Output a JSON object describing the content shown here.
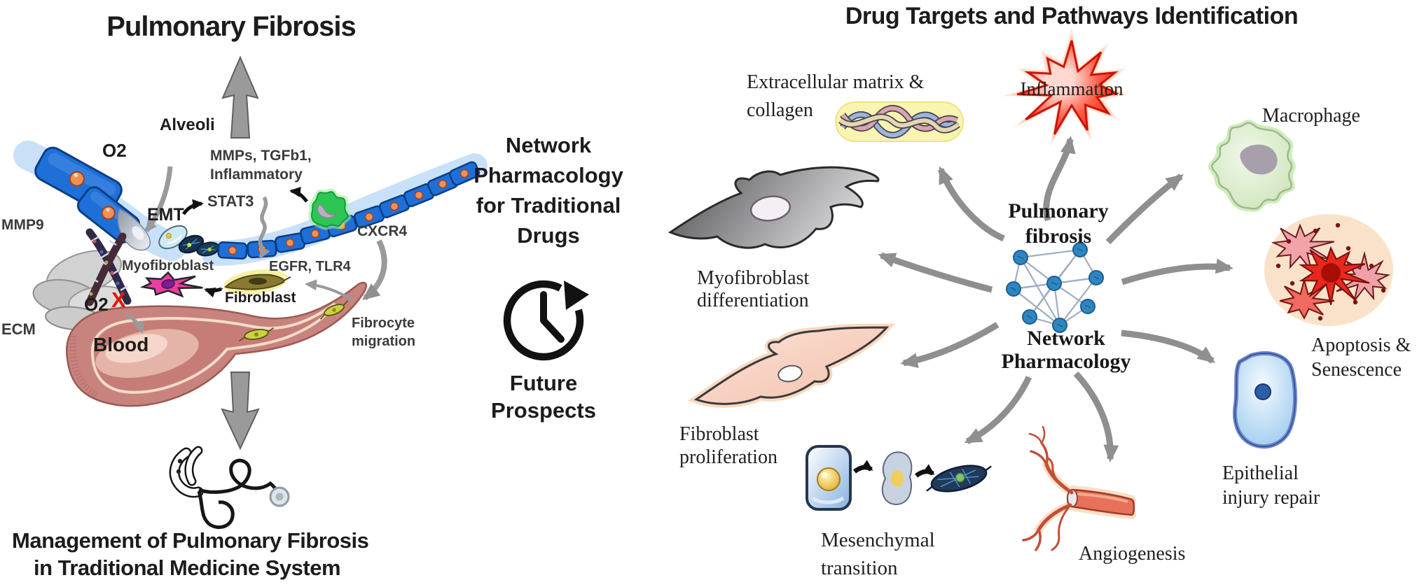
{
  "left": {
    "title": "Pulmonary Fibrosis",
    "alveoli": "Alveoli",
    "o2": "O2",
    "mediators_line1": "MMPs, TGFb1,",
    "mediators_line2": "Inflammatory",
    "stat3": "STAT3",
    "emt": "EMT",
    "mmp9": "MMP9",
    "cxcr4": "CXCR4",
    "myofibroblast": "Myofibroblast",
    "egfr_tlr4": "EGFR, TLR4",
    "fibroblast": "Fibroblast",
    "o2_blocked": "O2",
    "blocked_mark": "X",
    "ecm": "ECM",
    "blood": "Blood",
    "fibrocyte_line1": "Fibrocyte",
    "fibrocyte_line2": "migration",
    "footer_line1": "Management of Pulmonary Fibrosis",
    "footer_line2": "in Traditional Medicine System"
  },
  "middle": {
    "heading_line1": "Network",
    "heading_line2": "Pharmacology",
    "heading_line3": "for Traditional",
    "heading_line4": "Drugs",
    "clock_icon": "clock-cycle-icon",
    "footer_line1": "Future",
    "footer_line2": "Prospects"
  },
  "right": {
    "title": "Drug Targets and Pathways Identification",
    "hub_disease_line1": "Pulmonary",
    "hub_disease_line2": "fibrosis",
    "hub_method_line1": "Network",
    "hub_method_line2": "Pharmacology",
    "targets": {
      "ecm_line1": "Extracellular matrix &",
      "ecm_line2": "collagen",
      "inflammation": "Inflammation",
      "macrophage": "Macrophage",
      "apoptosis_line1": "Apoptosis &",
      "apoptosis_line2": "Senescence",
      "epithelial_line1": "Epithelial",
      "epithelial_line2": "injury repair",
      "angiogenesis": "Angiogenesis",
      "mesenchymal_line1": "Mesenchymal",
      "mesenchymal_line2": "transition",
      "fibroblast_line1": "Fibroblast",
      "fibroblast_line2": "proliferation",
      "myofibroblast_line1": "Myofibroblast",
      "myofibroblast_line2": "differentiation"
    }
  },
  "colors": {
    "arrow_gray": "#8f8f8f",
    "band_blue": "#1f6fd8",
    "inflammation_red": "#f01405",
    "macrophage_green": "#cce5b8",
    "vessel_pink": "#c9837f",
    "node_blue": "#2e86c1"
  }
}
